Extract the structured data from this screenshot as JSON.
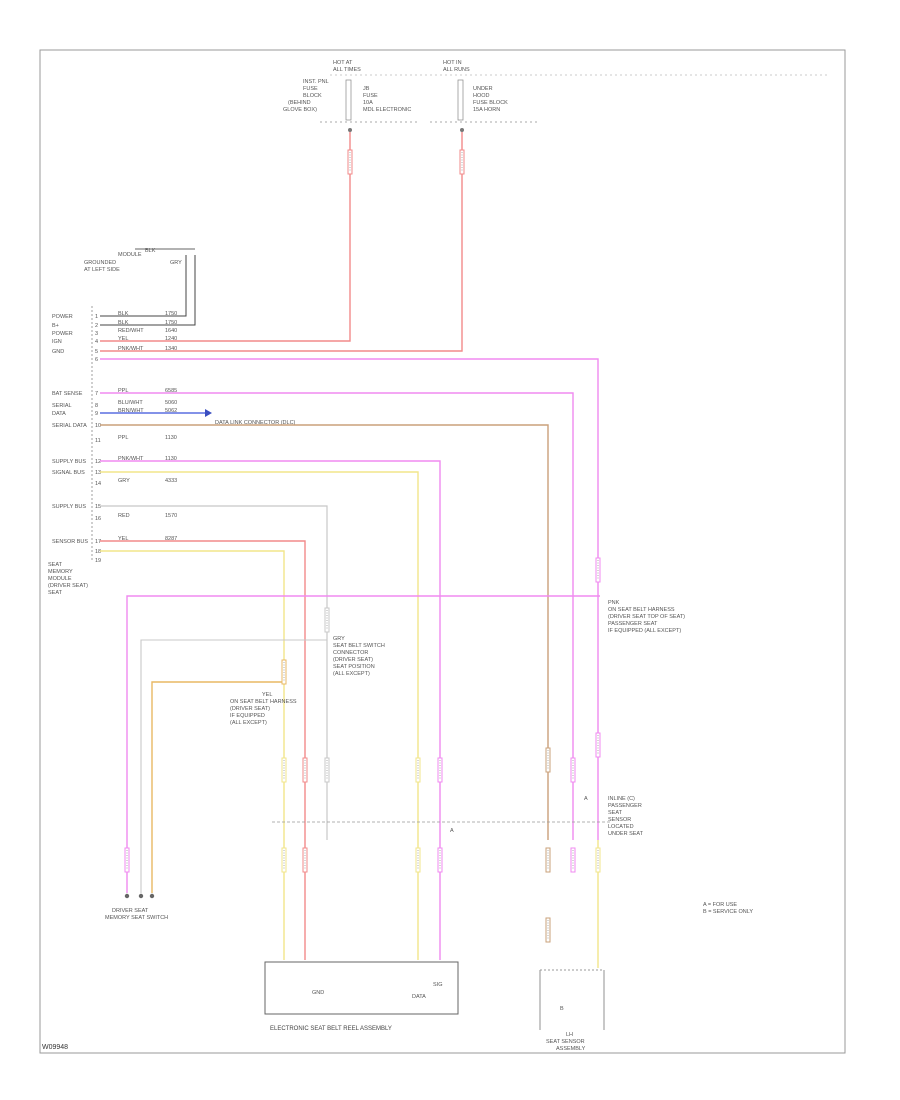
{
  "diagram": {
    "frame_ref": "W09948",
    "fuse_left": {
      "header": [
        "HOT AT",
        "ALL TIMES"
      ],
      "left_lines": [
        "INST. PNL",
        "FUSE",
        "BLOCK",
        "(BEHIND",
        "GLOVE BOX)"
      ],
      "right_lines": [
        "JB",
        "FUSE",
        "10A",
        "MDL ELECTRONIC"
      ]
    },
    "fuse_right": {
      "header": [
        "HOT IN",
        "ALL RUNS"
      ],
      "right_lines": [
        "UNDER",
        "HOOD",
        "FUSE BLOCK",
        "15A HORN"
      ]
    },
    "ground_label": [
      "MODULE",
      "GROUNDED",
      "AT LEFT SIDE"
    ],
    "ground_pins": [
      "BLK",
      "GRY"
    ],
    "module": {
      "pins": [
        "POWER",
        "B+",
        "POWER",
        "IGN",
        "GND",
        "",
        "BAT SENSE",
        "SERIAL",
        "DATA",
        "SERIAL DATA",
        "",
        "SUPPLY BUS",
        "SIGNAL BUS",
        "",
        "SUPPLY BUS",
        "",
        "SENSOR BUS",
        "",
        ""
      ],
      "name": [
        "SEAT",
        "MEMORY",
        "MODULE",
        "(DRIVER SEAT)",
        "",
        "SEAT"
      ],
      "wire_codes": [
        "BLK",
        "BLK",
        "RED/WHT",
        "YEL",
        "PNK/WHT",
        "",
        "PPL",
        "BLU/WHT",
        "BRN/WHT",
        "",
        "PPL",
        "PNK/WHT",
        "",
        "GRY",
        "",
        "RED",
        "YEL",
        ""
      ],
      "circuits": [
        "1750",
        "1750",
        "1640",
        "1240",
        "1340",
        "",
        "6585",
        "5060",
        "5062",
        "",
        "1130",
        "1130",
        "",
        "4333",
        "",
        "1570",
        "8287",
        ""
      ]
    },
    "data_link": "DATA LINK CONNECTOR (DLC)",
    "gray_note": [
      "GRY",
      "SEAT BELT SWITCH",
      "CONNECTOR",
      "(DRIVER SEAT)",
      "SEAT POSITION",
      "(ALL EXCEPT)"
    ],
    "yel_note": [
      "YEL",
      "ON SEAT BELT HARNESS",
      "(DRIVER SEAT)",
      "IF EQUIPPED",
      "(ALL EXCEPT)"
    ],
    "pnk_note": [
      "PNK",
      "ON SEAT BELT HARNESS",
      "(DRIVER SEAT TOP OF SEAT)",
      "PASSENGER SEAT",
      "IF EQUIPPED (ALL EXCEPT)"
    ],
    "connector_note": [
      "INLINE (C)",
      "PASSENGER",
      "SEAT",
      "SENSOR",
      "LOCATED",
      "UNDER SEAT"
    ],
    "bottom_left": [
      "DRIVER SEAT",
      "MEMORY SEAT SWITCH"
    ],
    "right_legend": [
      "A = FOR USE",
      "B = SERVICE ONLY"
    ],
    "module_box": {
      "label": "ELECTRONIC SEAT BELT REEL ASSEMBLY",
      "inner_left": "GND",
      "inner_right": "DATA",
      "inner_right_pin": "SIG"
    },
    "right_sensor": {
      "label": [
        "LH",
        "SEAT SENSOR",
        "ASSEMBLY"
      ],
      "pin": "B"
    },
    "conn_marks": [
      "A",
      "A"
    ]
  }
}
